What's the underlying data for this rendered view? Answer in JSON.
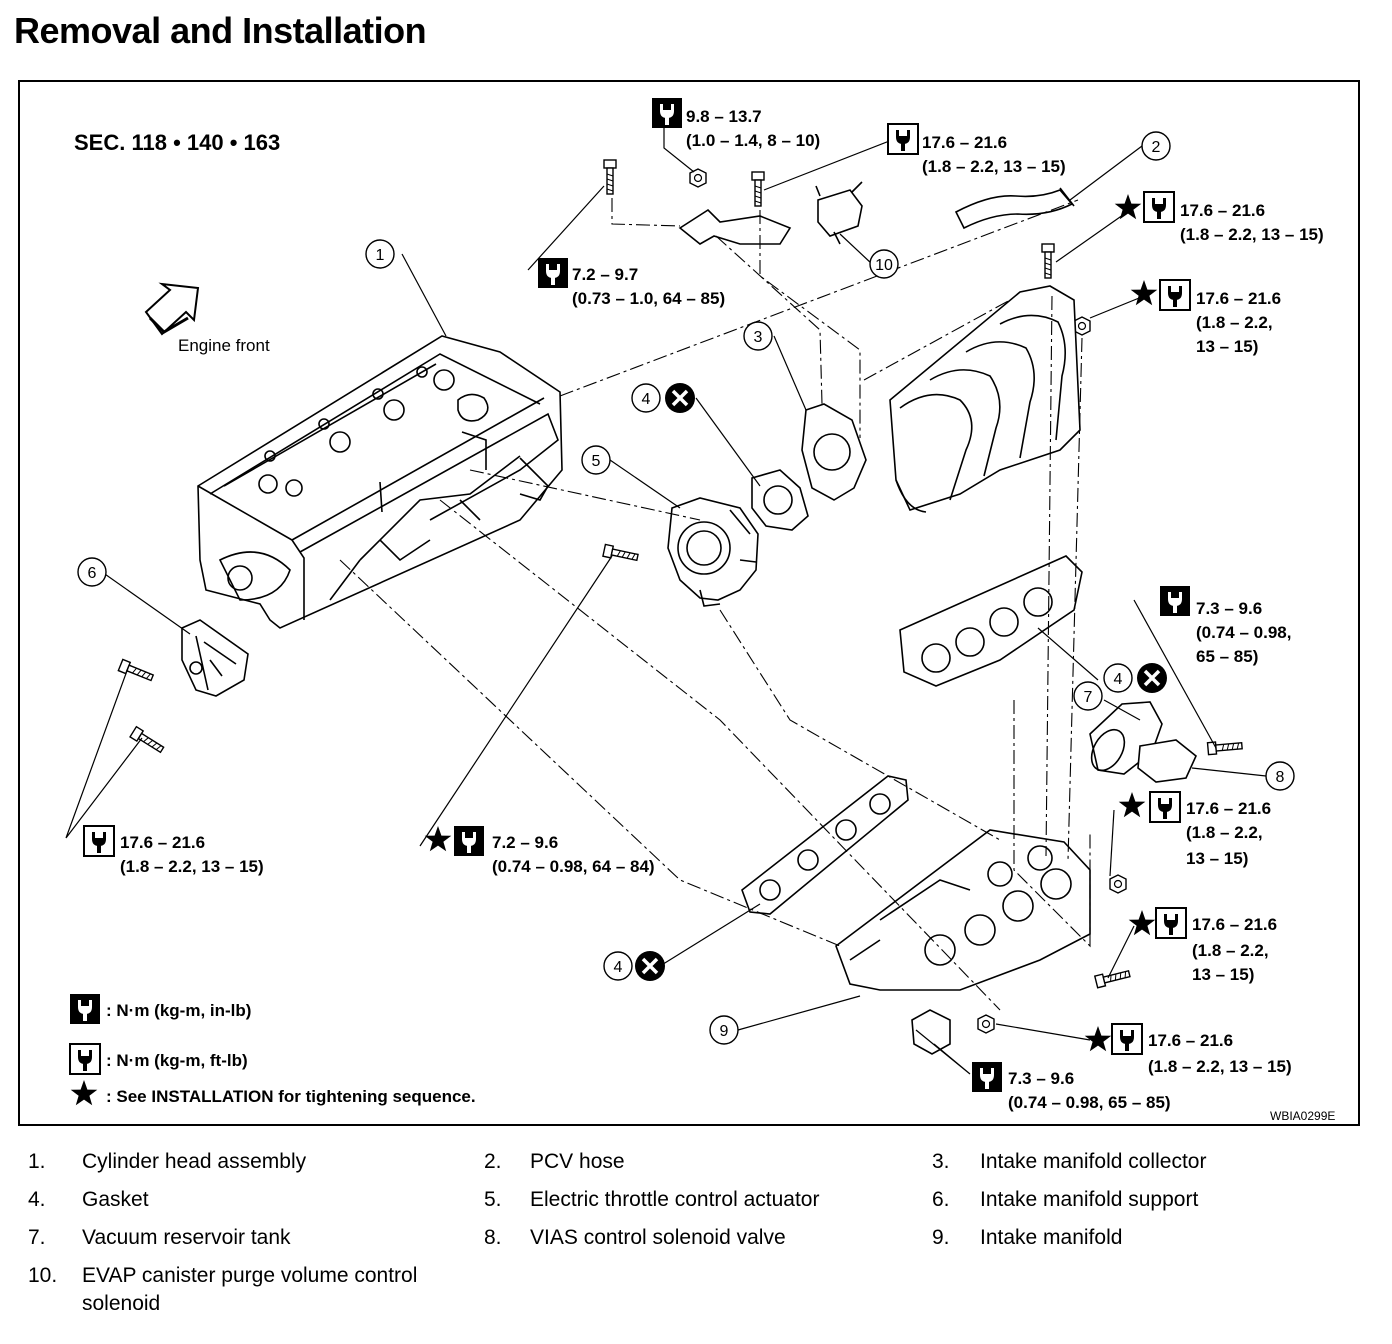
{
  "title": "Removal and Installation",
  "section": "SEC. 118 • 140 • 163",
  "engine_front": "Engine front",
  "figure_code": "WBIA0299E",
  "callouts": [
    "1",
    "2",
    "3",
    "4",
    "5",
    "6",
    "7",
    "8",
    "9",
    "10"
  ],
  "torques": {
    "t_9_8": {
      "line1": "9.8 – 13.7",
      "line2": "(1.0 – 1.4, 8 – 10)"
    },
    "t_17_6_top": {
      "line1": "17.6 – 21.6",
      "line2": "(1.8 – 2.2, 13 – 15)"
    },
    "t_7_2_97": {
      "line1": "7.2 – 9.7",
      "line2": "(0.73 – 1.0, 64 – 85)"
    },
    "t_star_r1": {
      "line1": "17.6 – 21.6",
      "line2": "(1.8 – 2.2, 13 – 15)"
    },
    "t_star_r2": {
      "line1": "17.6 – 21.6",
      "line2": "(1.8 – 2.2,",
      "line3": "13 – 15)"
    },
    "t_7_3_mid": {
      "line1": "7.3 – 9.6",
      "line2": "(0.74 – 0.98,",
      "line3": "65 – 85)"
    },
    "t_star_r3": {
      "line1": "17.6 – 21.6",
      "line2": "(1.8 – 2.2,",
      "line3": "13 – 15)"
    },
    "t_star_r4": {
      "line1": "17.6 – 21.6",
      "line2": "(1.8 – 2.2,",
      "line3": "13 – 15)"
    },
    "t_17_6_left": {
      "line1": "17.6 – 21.6",
      "line2": "(1.8 – 2.2, 13 – 15)"
    },
    "t_star_7_2_96": {
      "line1": "7.2 – 9.6",
      "line2": "(0.74 – 0.98, 64 – 84)"
    },
    "t_star_bottom": {
      "line1": "17.6 – 21.6",
      "line2": "(1.8 – 2.2, 13 – 15)"
    },
    "t_7_3_bottom": {
      "line1": "7.3 – 9.6",
      "line2": "(0.74 – 0.98, 65 – 85)"
    }
  },
  "legend": {
    "in_lb": ": N·m (kg-m, in-lb)",
    "ft_lb": ": N·m (kg-m, ft-lb)",
    "star": ": See INSTALLATION for tightening sequence."
  },
  "parts": [
    {
      "num": "1.",
      "name": "Cylinder head assembly"
    },
    {
      "num": "2.",
      "name": "PCV hose"
    },
    {
      "num": "3.",
      "name": "Intake manifold collector"
    },
    {
      "num": "4.",
      "name": "Gasket"
    },
    {
      "num": "5.",
      "name": "Electric throttle control actuator"
    },
    {
      "num": "6.",
      "name": "Intake manifold support"
    },
    {
      "num": "7.",
      "name": "Vacuum reservoir tank"
    },
    {
      "num": "8.",
      "name": "VIAS control solenoid valve"
    },
    {
      "num": "9.",
      "name": "Intake manifold"
    },
    {
      "num": "10.",
      "name": "EVAP canister purge volume control",
      "name2": "solenoid"
    }
  ]
}
